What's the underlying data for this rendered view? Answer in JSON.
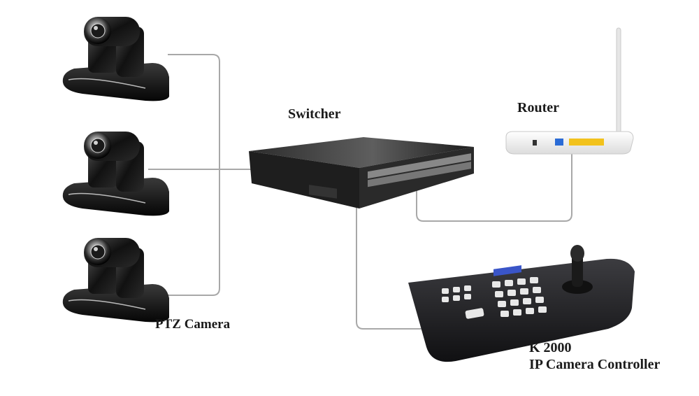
{
  "labels": {
    "switcher": "Switcher",
    "router": "Router",
    "ptz_camera": "PTZ Camera",
    "controller_model": "K 2000",
    "controller_name": "IP Camera Controller"
  },
  "colors": {
    "cable": "#a8a8a8",
    "device_dark": "#1c1c1c",
    "router_body": "#f4f4f4",
    "router_port_yellow": "#f2c21c",
    "router_port_blue": "#2a6bd6",
    "controller_screen": "#3a55c8"
  }
}
